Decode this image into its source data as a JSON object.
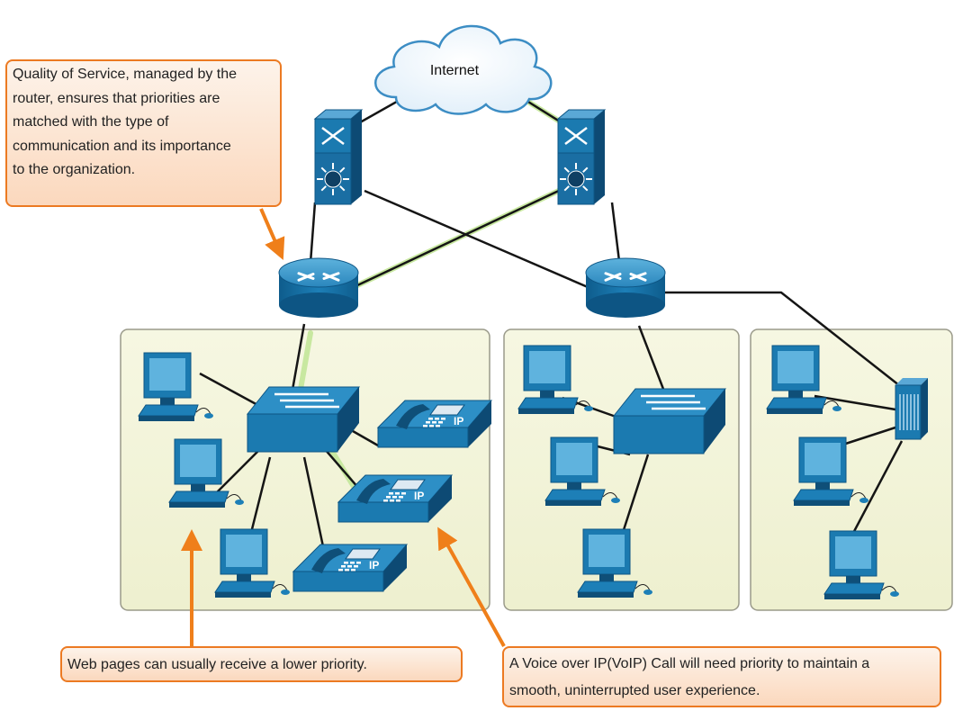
{
  "cloud": {
    "label": "Internet"
  },
  "callouts": {
    "qos": {
      "lines": [
        "Quality of Service, managed by the",
        "router, ensures that priorities are",
        "matched with the type of",
        "communication and its importance",
        "to the organization."
      ]
    },
    "web": {
      "text": "Web pages can usually receive a lower priority."
    },
    "voip": {
      "lines": [
        "A Voice over IP(VoIP) Call will need priority to maintain a",
        "smooth, uninterrupted user experience."
      ]
    }
  },
  "phones": {
    "badge": "IP"
  },
  "colors": {
    "device_blue": "#1b7ab0",
    "device_dark": "#0f4f78",
    "lan_background": "#f2f3d6",
    "callout_border": "#ec7a22",
    "arrow": "#ef7f1a",
    "priority_link_glow": "#c8e8a0"
  }
}
